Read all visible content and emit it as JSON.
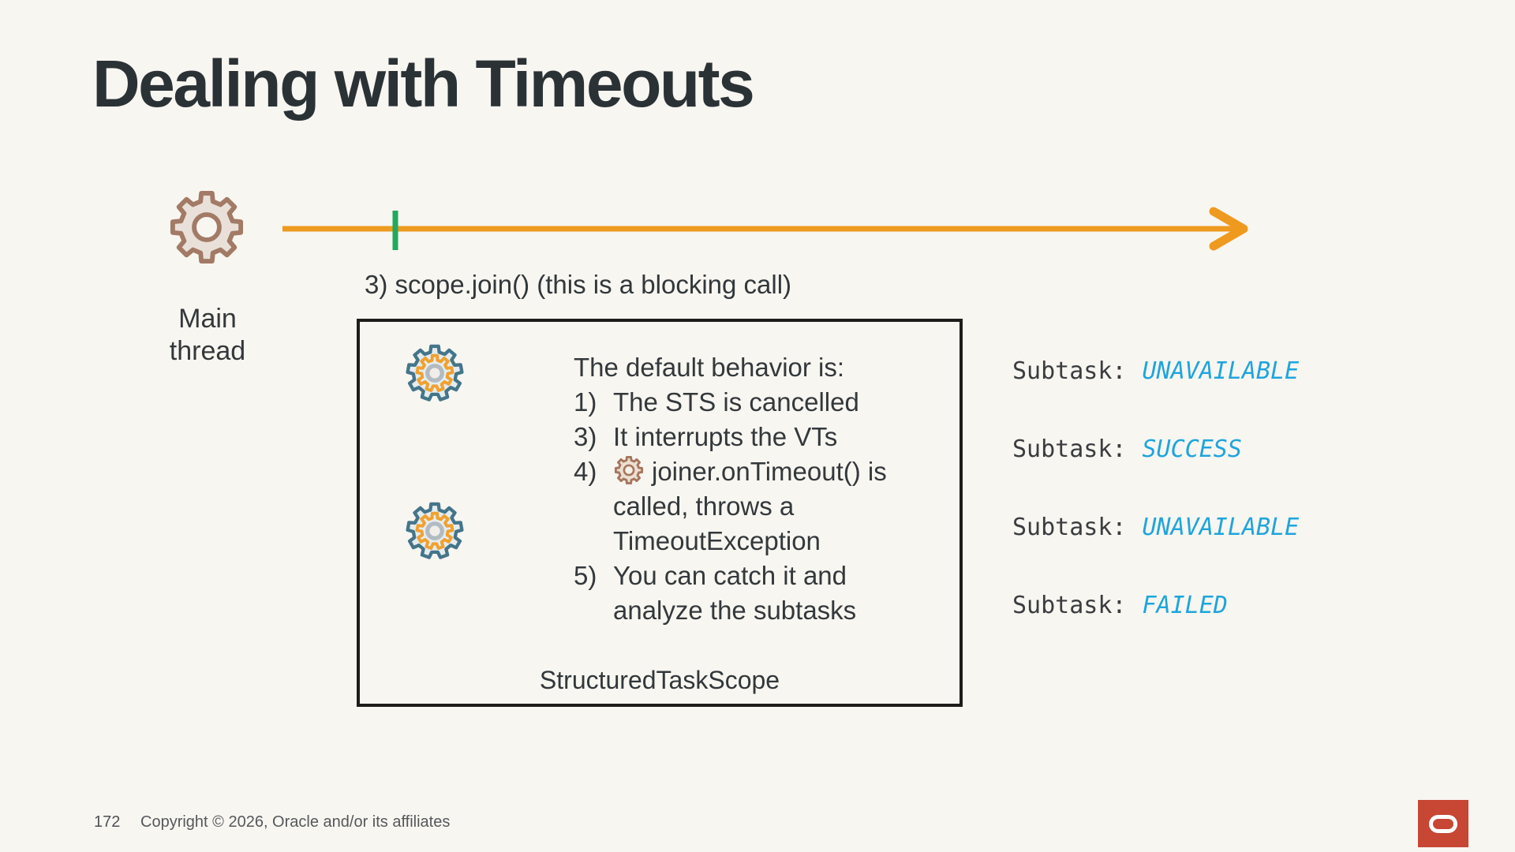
{
  "slide": {
    "title": "Dealing with Timeouts"
  },
  "timeline": {
    "main_thread_label": "Main\nthread",
    "join_label": "3) scope.join() (this is a blocking call)"
  },
  "scope_box": {
    "intro": "The default behavior is:",
    "items": [
      {
        "num": "1)",
        "text": "The STS is cancelled"
      },
      {
        "num": "3)",
        "text": "It interrupts the VTs"
      },
      {
        "num": "4)",
        "text": "joiner.onTimeout() is\ncalled, throws a\nTimeoutException"
      },
      {
        "num": "5)",
        "text": "You can catch it and\nanalyze the subtasks"
      }
    ],
    "label": "StructuredTaskScope"
  },
  "subtasks": [
    {
      "label": "Subtask:",
      "status": "UNAVAILABLE"
    },
    {
      "label": "Subtask:",
      "status": "SUCCESS"
    },
    {
      "label": "Subtask:",
      "status": "UNAVAILABLE"
    },
    {
      "label": "Subtask:",
      "status": "FAILED"
    }
  ],
  "footer": {
    "page_number": "172",
    "copyright": "Copyright © 2026, Oracle and/or its affiliates"
  },
  "icons": {
    "main_thread_gear": "gear-icon",
    "virtual_thread_gear": "gear-icon",
    "timeout_gear": "gear-icon",
    "oracle_logo": "oracle-logo"
  },
  "colors": {
    "background": "#f8f6f1",
    "title_text": "#2b3236",
    "timeline_orange": "#ee9a1f",
    "tick_green": "#21a95e",
    "gear_brown": "#a27a66",
    "gear_teal": "#44758a",
    "gear_inner_orange": "#f0a12f",
    "status_cyan": "#1ea5dc",
    "oracle_red": "#c74634"
  }
}
